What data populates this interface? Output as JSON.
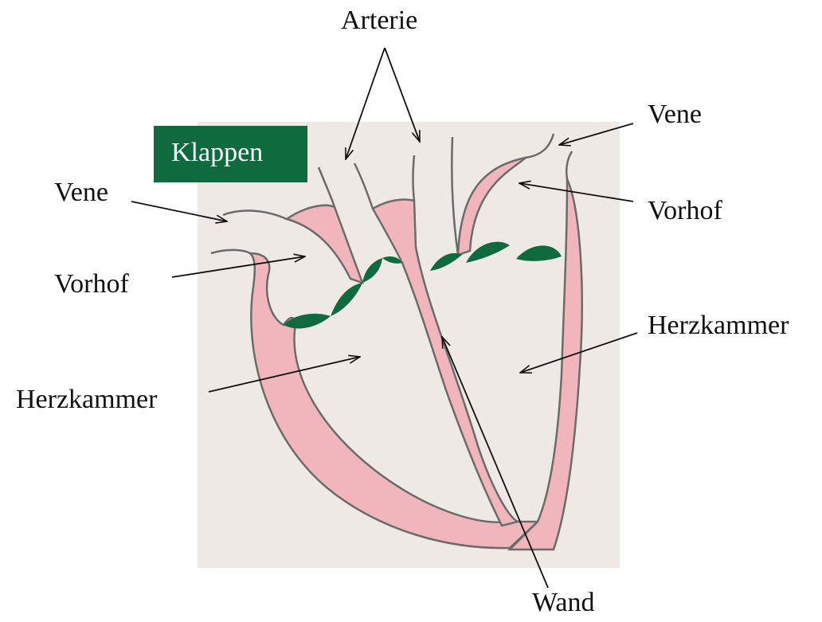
{
  "labels": {
    "arterie": "Arterie",
    "klappen": "Klappen",
    "vene_left": "Vene",
    "vene_right": "Vene",
    "vorhof_left": "Vorhof",
    "vorhof_right": "Vorhof",
    "herzkammer_left": "Herzkammer",
    "herzkammer_right": "Herzkammer",
    "wand": "Wand"
  },
  "colors": {
    "paper": "#efe9e6",
    "wall": "#f0b6bb",
    "outline": "#6b6b6b",
    "valve": "#0f6b3e",
    "arrow": "#111111"
  }
}
